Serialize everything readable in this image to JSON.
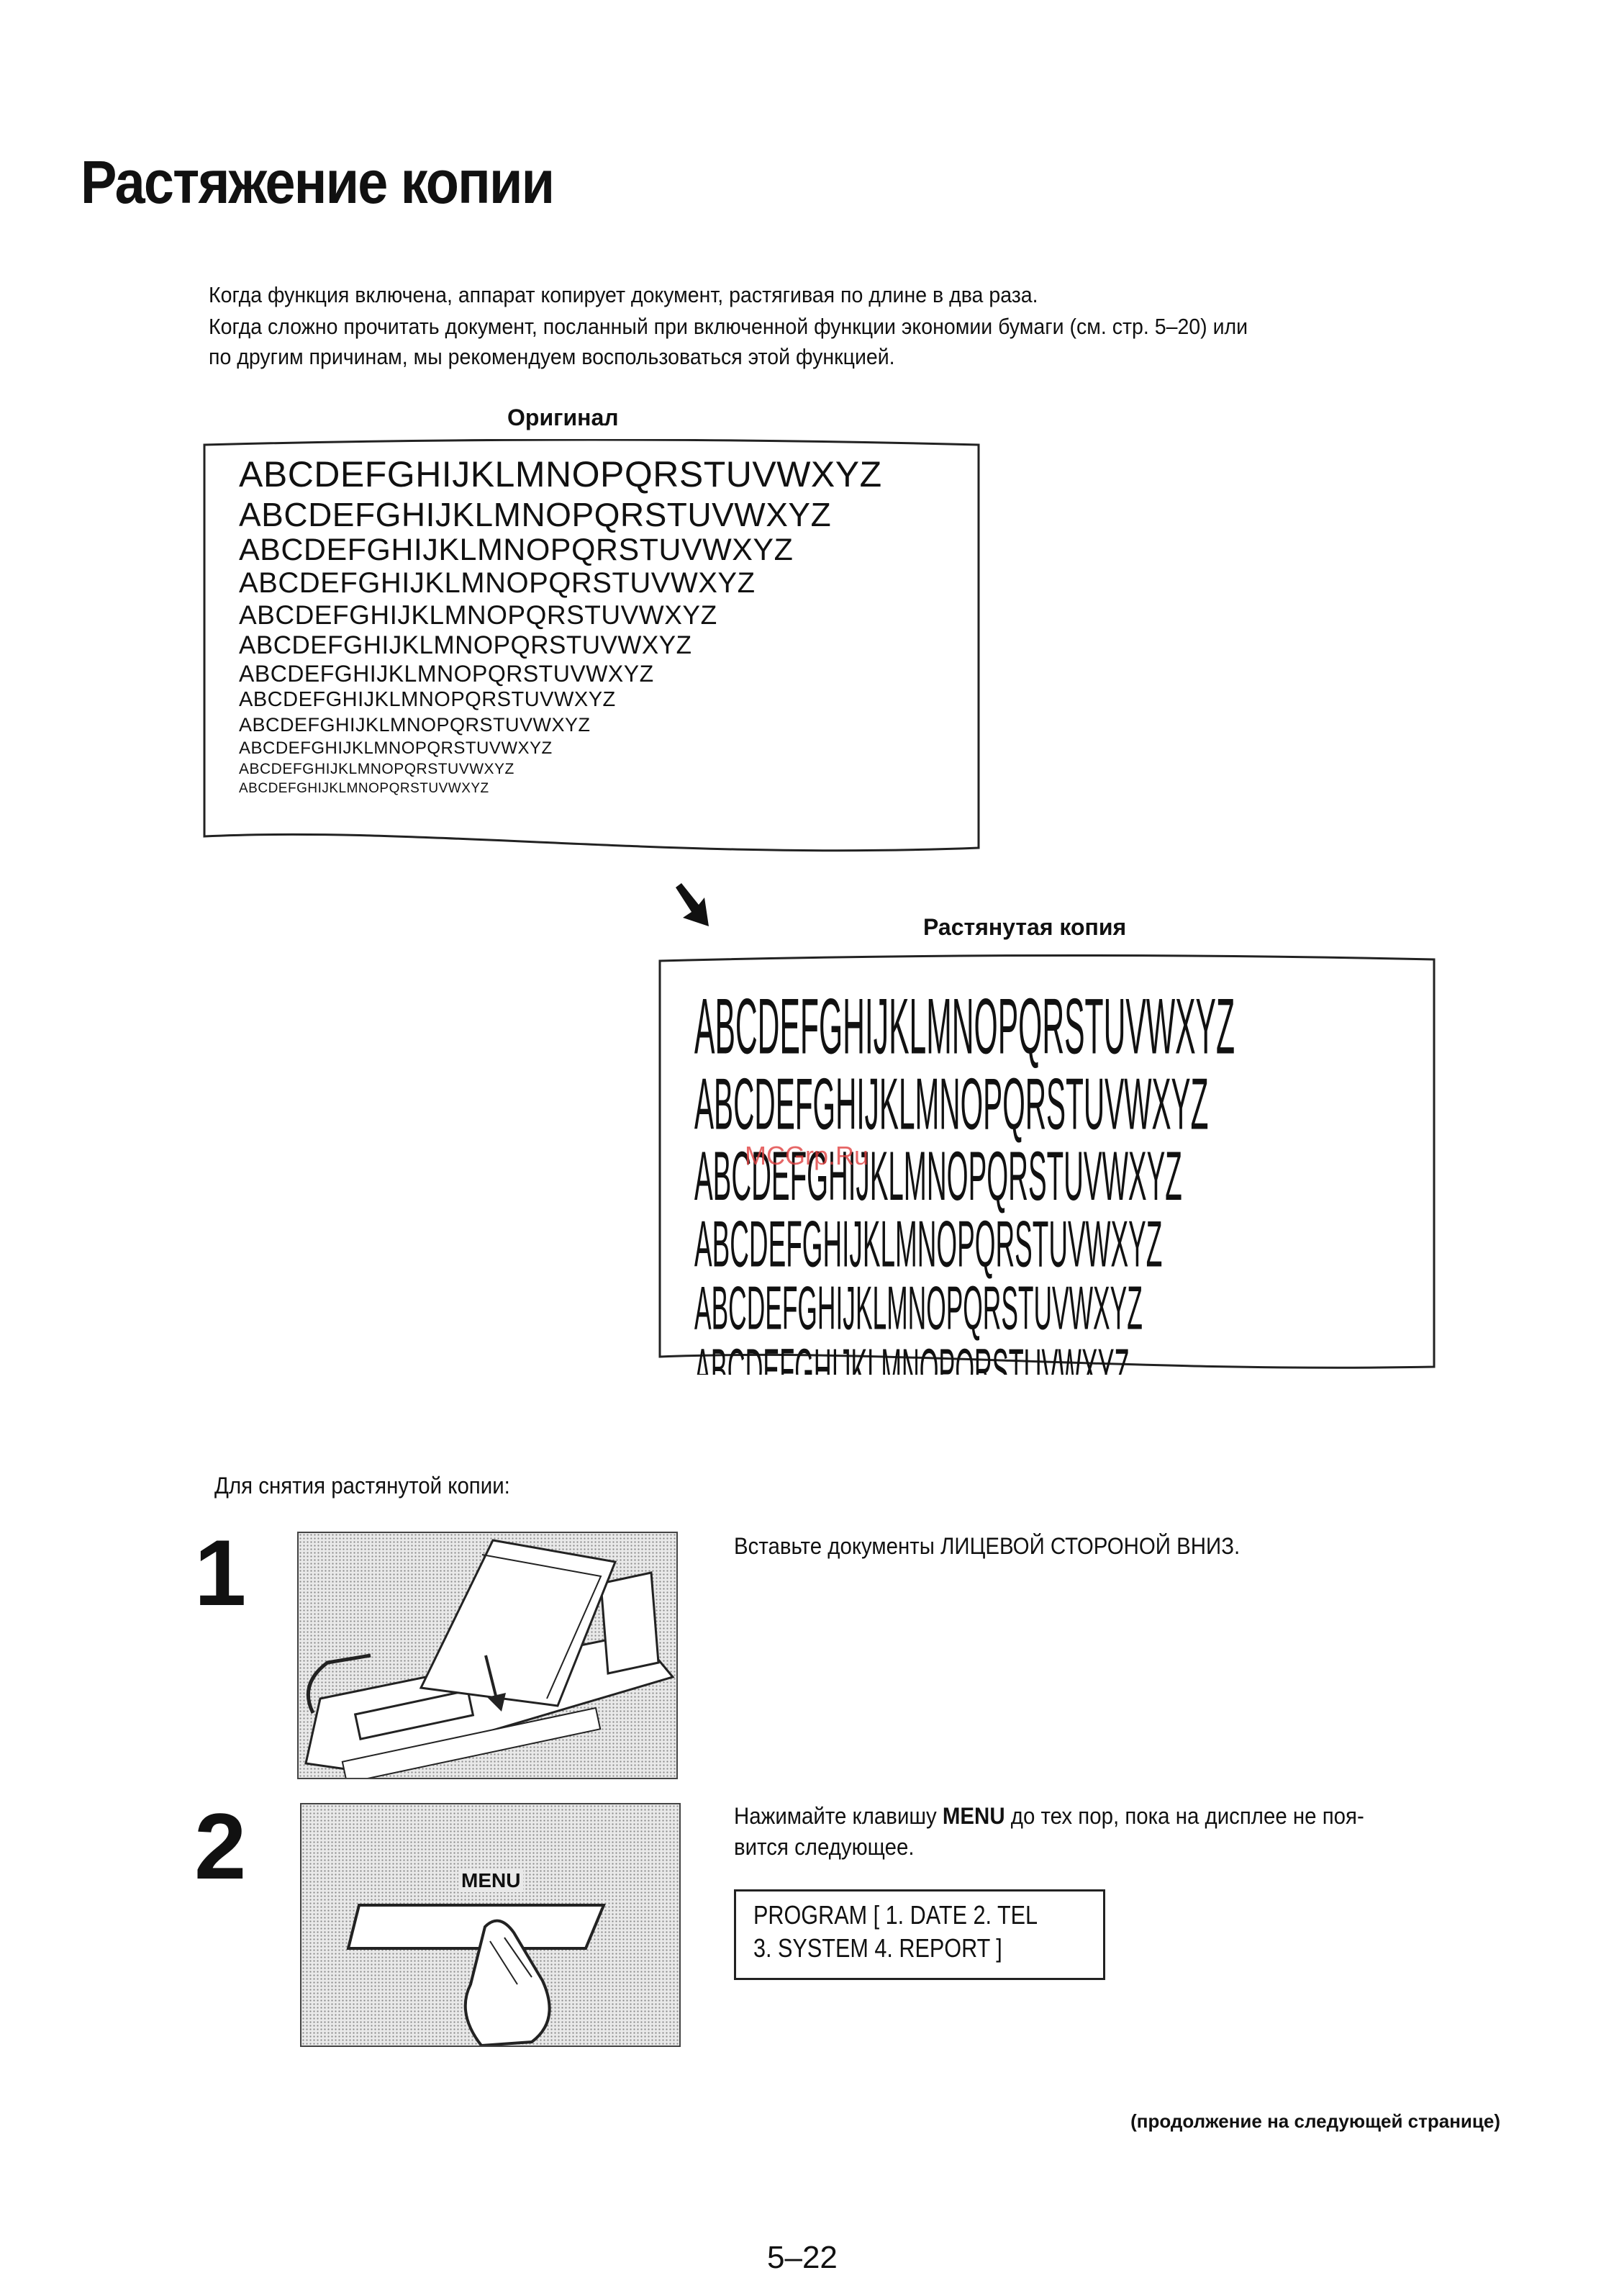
{
  "title": "Растяжение копии",
  "intro": [
    "Когда функция включена, аппарат копирует документ, растягивая по длине в два раза.",
    "Когда сложно прочитать документ, посланный при включенной функции экономии бумаги (см. стр. 5–20) или",
    "по другим причинам, мы рекомендуем воспользоваться этой функцией."
  ],
  "original": {
    "caption": "Оригинал",
    "lines": [
      "ABCDEFGHIJKLMNOPQRSTUVWXYZ",
      "ABCDEFGHIJKLMNOPQRSTUVWXYZ",
      "ABCDEFGHIJKLMNOPQRSTUVWXYZ",
      "ABCDEFGHIJKLMNOPQRSTUVWXYZ",
      "ABCDEFGHIJKLMNOPQRSTUVWXYZ",
      "ABCDEFGHIJKLMNOPQRSTUVWXYZ",
      "ABCDEFGHIJKLMNOPQRSTUVWXYZ",
      "ABCDEFGHIJKLMNOPQRSTUVWXYZ",
      "ABCDEFGHIJKLMNOPQRSTUVWXYZ",
      "ABCDEFGHIJKLMNOPQRSTUVWXYZ",
      "ABCDEFGHIJKLMNOPQRSTUVWXYZ",
      "ABCDEFGHIJKLMNOPQRSTUVWXYZ"
    ]
  },
  "stretched": {
    "caption": "Растянутая копия",
    "lines": [
      "ABCDEFGHIJKLMNOPQRSTUVWXYZ",
      "ABCDEFGHIJKLMNOPQRSTUVWXYZ",
      "ABCDEFGHIJKLMNOPQRSTUVWXYZ",
      "ABCDEFGHIJKLMNOPQRSTUVWXYZ",
      "ABCDEFGHIJKLMNOPQRSTUVWXYZ"
    ],
    "cut_line": "ABCDEFGHIJKLMNOPQRSTUVWXYZ"
  },
  "watermark": "MCGrp.Ru",
  "instructions_heading": "Для снятия растянутой копии:",
  "steps": [
    {
      "number": "1",
      "text": [
        "Вставьте документы ЛИЦЕВОЙ СТОРОНОЙ ВНИЗ."
      ]
    },
    {
      "number": "2",
      "text_before": "Нажимайте клавишу ",
      "key": "MENU",
      "text_after": " до тех пор, пока на дисплее не поя-",
      "text_line2": "вится следующее.",
      "button_label": "MENU"
    }
  ],
  "display": {
    "line1": "PROGRAM [ 1. DATE  2. TEL",
    "line2": "3. SYSTEM  4. REPORT ]"
  },
  "continued": "(продолжение на следующей странице)",
  "page_number": "5–22"
}
